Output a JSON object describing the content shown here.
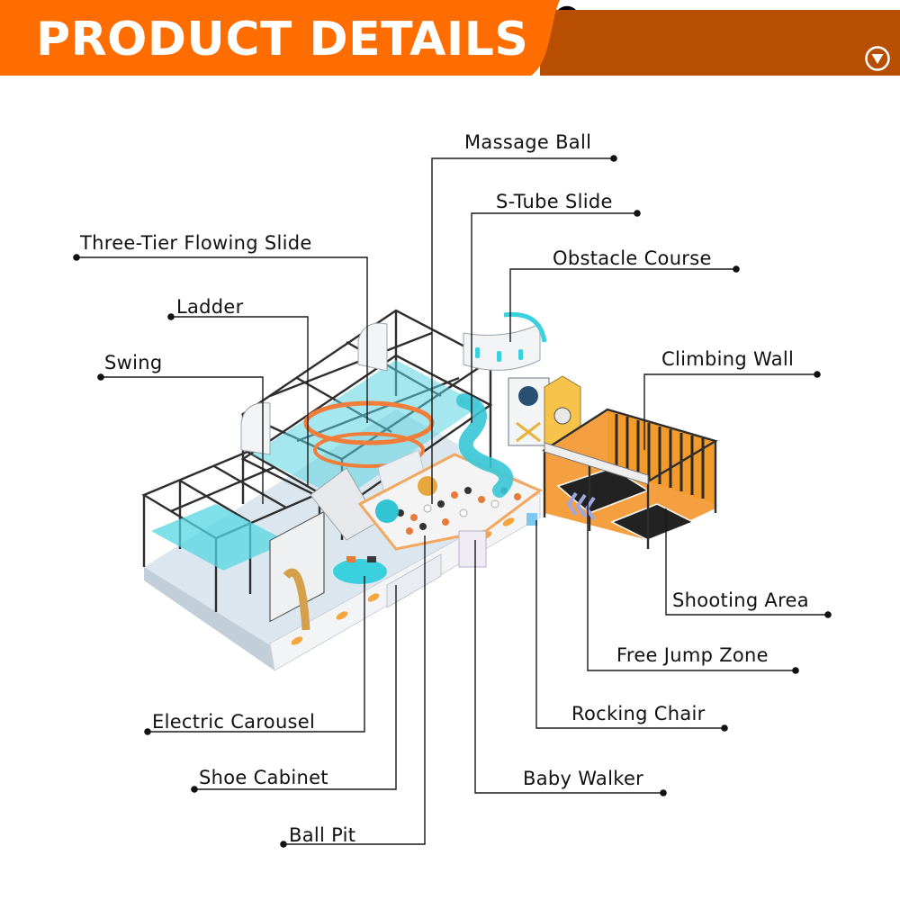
{
  "header": {
    "title": "PRODUCT DETAILS",
    "icon": "circle-down-triangle-icon",
    "colors": {
      "primary_orange": "#FF6D00",
      "dark_orange": "#B84F00",
      "notch": "#000000"
    }
  },
  "diagram": {
    "subject": "indoor-playground",
    "colors": {
      "frame": "#2e2e2e",
      "teal": "#3ad0de",
      "orange": "#f28a2e",
      "floor": "#dbe6ee",
      "yellow": "#f6b633",
      "white": "#f4f4f4"
    },
    "labels": [
      {
        "id": "massage-ball",
        "text": "Massage Ball"
      },
      {
        "id": "s-tube-slide",
        "text": "S-Tube Slide"
      },
      {
        "id": "three-tier-flowing-slide",
        "text": "Three-Tier Flowing Slide"
      },
      {
        "id": "obstacle-course",
        "text": "Obstacle Course"
      },
      {
        "id": "ladder",
        "text": "Ladder"
      },
      {
        "id": "swing",
        "text": "Swing"
      },
      {
        "id": "climbing-wall",
        "text": "Climbing Wall"
      },
      {
        "id": "shooting-area",
        "text": "Shooting Area"
      },
      {
        "id": "free-jump-zone",
        "text": "Free Jump Zone"
      },
      {
        "id": "electric-carousel",
        "text": "Electric Carousel"
      },
      {
        "id": "rocking-chair",
        "text": "Rocking Chair"
      },
      {
        "id": "shoe-cabinet",
        "text": "Shoe Cabinet"
      },
      {
        "id": "baby-walker",
        "text": "Baby Walker"
      },
      {
        "id": "ball-pit",
        "text": "Ball Pit"
      }
    ]
  }
}
